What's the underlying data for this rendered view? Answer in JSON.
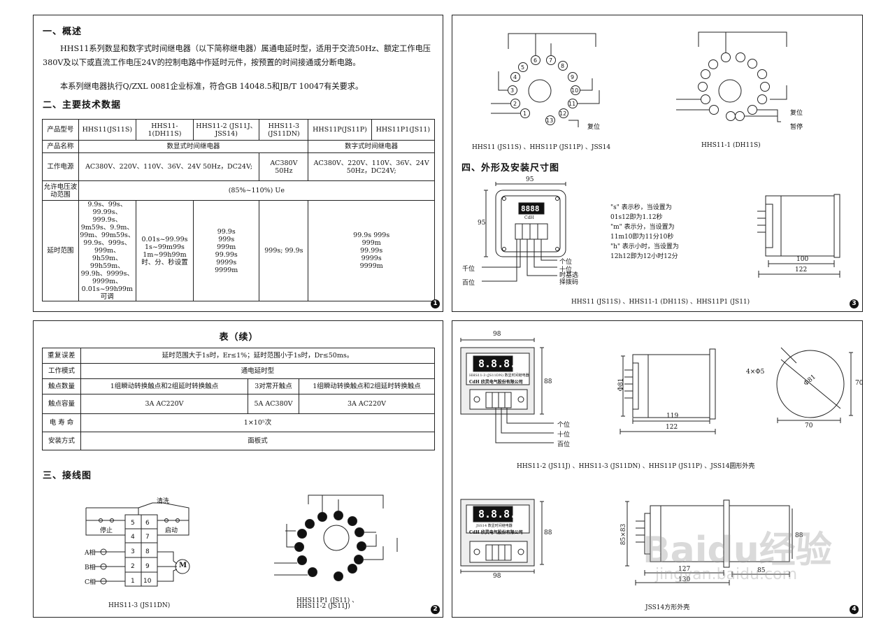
{
  "panel1": {
    "number": "1",
    "h1": "一、概述",
    "para1": "HHS11系列数显和数字式时间继电器（以下简称继电器）属通电延时型，适用于交流50Hz、额定工作电压380V及以下或直流工作电压24V的控制电路中作延时元件，按预置的时间接通或分断电路。",
    "para2": "本系列继电器执行Q/ZXL 0081企业标准，符合GB 14048.5和JB/T 10047有关要求。",
    "h2": "二、主要技术数据",
    "table": {
      "r1": [
        "产品型号",
        "HHS11(JS11S)",
        "HHS11-1(DH11S)",
        "HHS11-2 (JS11J、JSS14)",
        "HHS11-3 (JS11DN)",
        "HHS11P(JS11P)",
        "HHS11P1(JS11)"
      ],
      "r2": [
        "产品名称",
        "数显式时间继电器",
        "数字式时间继电器"
      ],
      "r3": [
        "工作电源",
        "AC380V、220V、110V、36V、24V 50Hz，DC24V;",
        "AC380V 50Hz",
        "AC380V、220V、110V、36V、24V 50Hz，DC24V;"
      ],
      "r4": [
        "允许电压波动范围",
        "(85%~110%) Ue"
      ],
      "r5_label": "延时范围",
      "r5_c1": "9.9s、99s、99.99s、999.9s、9m59s、9.9m、99m、99m59s、99.9s、999s、999m、9h59m、99h59m、99.9h、9999s、9999m、0.01s~99h99m可调",
      "r5_c2": "0.01s~99.99s 1s~99m99s 1m~99h99m 时、分、秒设置",
      "r5_c3": "99.9s 999s 999m 99.99s 9999s 9999m",
      "r5_c4": "999s; 99.9s",
      "r5_c5": "99.9s 999s 999m 99.99s 9999s 9999m"
    }
  },
  "panel2": {
    "number": "2",
    "title": "表（续）",
    "rows": [
      {
        "label": "重复误差",
        "cells": [
          "延时范围大于1s时，Er≤1%；延时范围小于1s时，Dr≤50ms。"
        ]
      },
      {
        "label": "工作模式",
        "cells": [
          "通电延时型"
        ]
      },
      {
        "label": "触点数量",
        "cells": [
          "1组瞬动转换触点和2组延时转换触点",
          "3对常开触点",
          "1组瞬动转换触点和2组延时转换触点"
        ]
      },
      {
        "label": "触点容量",
        "cells": [
          "3A AC220V",
          "5A AC380V",
          "3A AC220V"
        ]
      },
      {
        "label": "电 寿 命",
        "cells": [
          "1×10⁵次"
        ]
      },
      {
        "label": "安装方式",
        "cells": [
          "面板式"
        ]
      }
    ],
    "h3": "三、接线图",
    "wiring": {
      "clear": "清洗",
      "stop": "停止",
      "start": "启动",
      "phaseA": "A相",
      "phaseB": "B相",
      "phaseC": "C相",
      "motor": "M",
      "caption_left": "HHS11-3 (JS11DN)",
      "caption_right1": "HHS11P1 (JS11) 、",
      "caption_right2": "HHS11-2 (JS11J)"
    }
  },
  "panel3": {
    "number": "3",
    "caption_left": "HHS11 (JS11S) 、HHS11P (JS11P) 、JSS14",
    "caption_right": "HHS11-1 (DH11S)",
    "reset": "复位",
    "pause": "暂停",
    "h4": "四、外形及安装尺寸图",
    "dim95w": "95",
    "dim95h": "95",
    "display": "8888",
    "brand": "CdH",
    "labels": [
      "个位",
      "十位",
      "时基选择拨码",
      "千位",
      "百位"
    ],
    "note1": "\"s\" 表示秒，当设置为01s12即为1.12秒",
    "note2": "\"m\" 表示分，当设置为11m10即为11分10秒",
    "note3": "\"h\" 表示小时，当设置为12h12即为12小时12分",
    "dim100": "100",
    "dim122": "122",
    "caption_bottom": "HHS11 (JS11S) 、HHS11-1 (DH11S) 、HHS11P1 (JS11)"
  },
  "panel4": {
    "number": "4",
    "dim98a": "98",
    "dim88a": "88",
    "display1": "8.8.8.",
    "model1": "HHS11-3 (JS11DN) 数显时间继电器",
    "company": "CdH 欣灵电气股份有限公司",
    "labels": [
      "个位",
      "十位",
      "百位"
    ],
    "phi81": "Φ81",
    "dim119": "119",
    "dim122": "122",
    "dim4x5": "4×Φ5",
    "dim70a": "70",
    "dim70b": "70",
    "caption_mid": "HHS11-2 (JS11J) 、HHS11-3 (JS11DN) 、HHS11P (JS11P) 、JSS14圆形外壳",
    "display2": "8.8.8.",
    "model2": "JSS14 数显时间继电器",
    "dim88b": "88",
    "dim98b": "98",
    "dim85x83": "85×83",
    "dim127": "127",
    "dim130": "130",
    "dim88c": "88",
    "dim85": "85",
    "caption_bottom": "JSS14方形外壳",
    "watermark1": "Baidu经验",
    "watermark2": "jingyan.baidu.com"
  }
}
